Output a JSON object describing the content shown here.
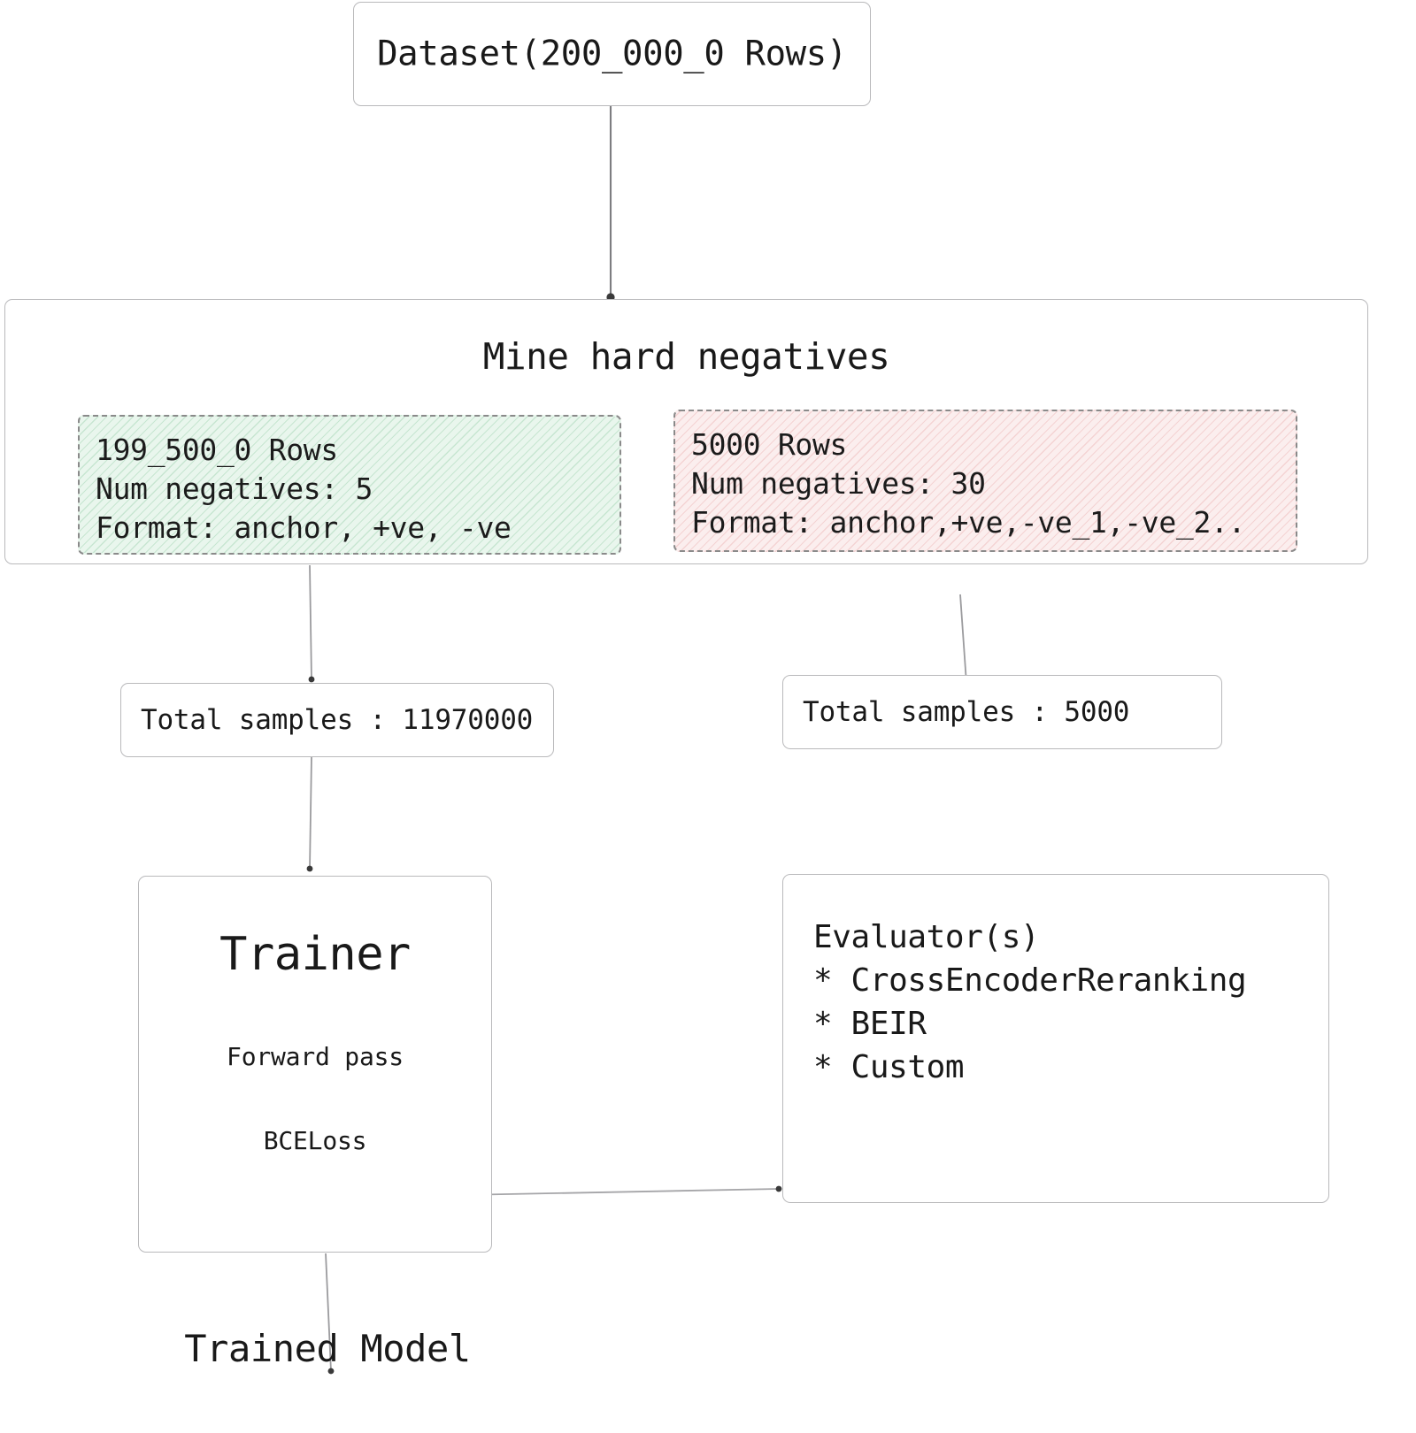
{
  "diagram": {
    "title": "Cross-Encoder training pipeline flowchart",
    "colors": {
      "box_border": "#b9b9bb",
      "hatch_border": "#8a8a8a",
      "green_fill": "#e9f6ed",
      "green_hatch": "#78be91",
      "pink_fill": "#fbeeee",
      "pink_hatch": "#e28c8c",
      "text": "#191919",
      "wire": "#8a8a8a"
    }
  },
  "dataset": {
    "label": "Dataset(200_000_0 Rows)"
  },
  "mine": {
    "title": "Mine hard negatives",
    "green": {
      "rows": "199_500_0 Rows",
      "num_negatives": "Num negatives: 5",
      "format": "Format: anchor, +ve, -ve",
      "text": "199_500_0 Rows\nNum negatives: 5\nFormat: anchor, +ve, -ve"
    },
    "pink": {
      "rows": "5000 Rows",
      "num_negatives": "Num negatives: 30",
      "format": "Format: anchor,+ve,-ve_1,-ve_2..",
      "text": "5000 Rows\nNum negatives: 30\nFormat: anchor,+ve,-ve_1,-ve_2.."
    }
  },
  "samples": {
    "left": "Total samples : 11970000",
    "right": "Total samples : 5000"
  },
  "trainer": {
    "title": "Trainer",
    "forward_pass": "Forward pass",
    "loss": "BCELoss"
  },
  "evaluator": {
    "title": "Evaluator(s)",
    "items": [
      "* CrossEncoderReranking",
      "* BEIR",
      "* Custom"
    ],
    "text": "Evaluator(s)\n* CrossEncoderReranking\n* BEIR\n* Custom"
  },
  "output": {
    "label": "Trained Model"
  }
}
